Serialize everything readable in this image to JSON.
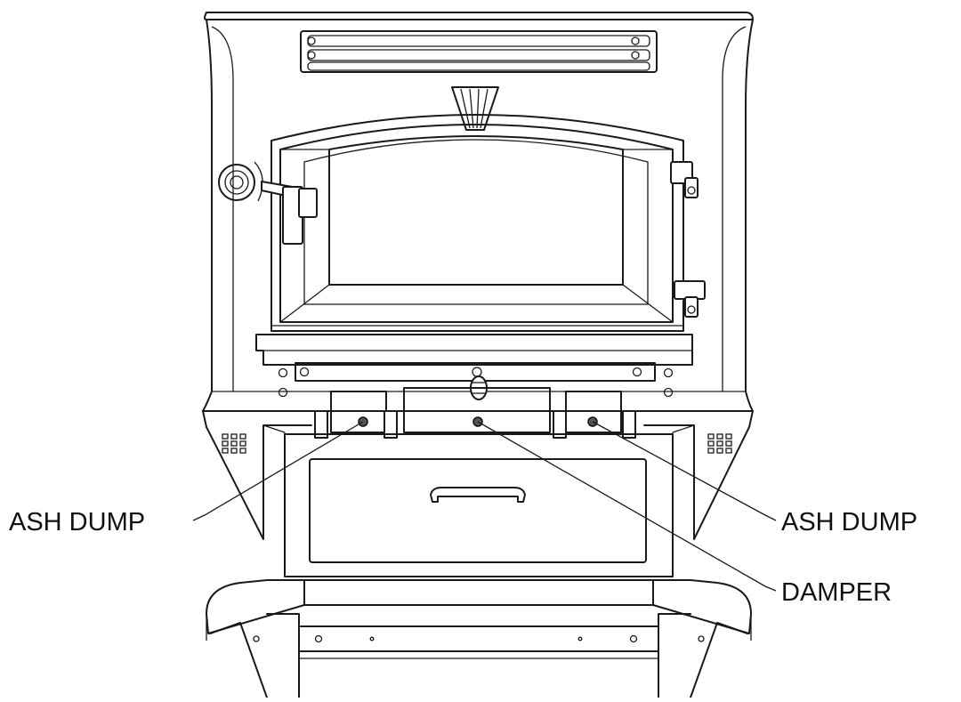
{
  "callouts": {
    "ash_dump_left": "ASH DUMP",
    "ash_dump_right": "ASH DUMP",
    "damper": "DAMPER"
  }
}
